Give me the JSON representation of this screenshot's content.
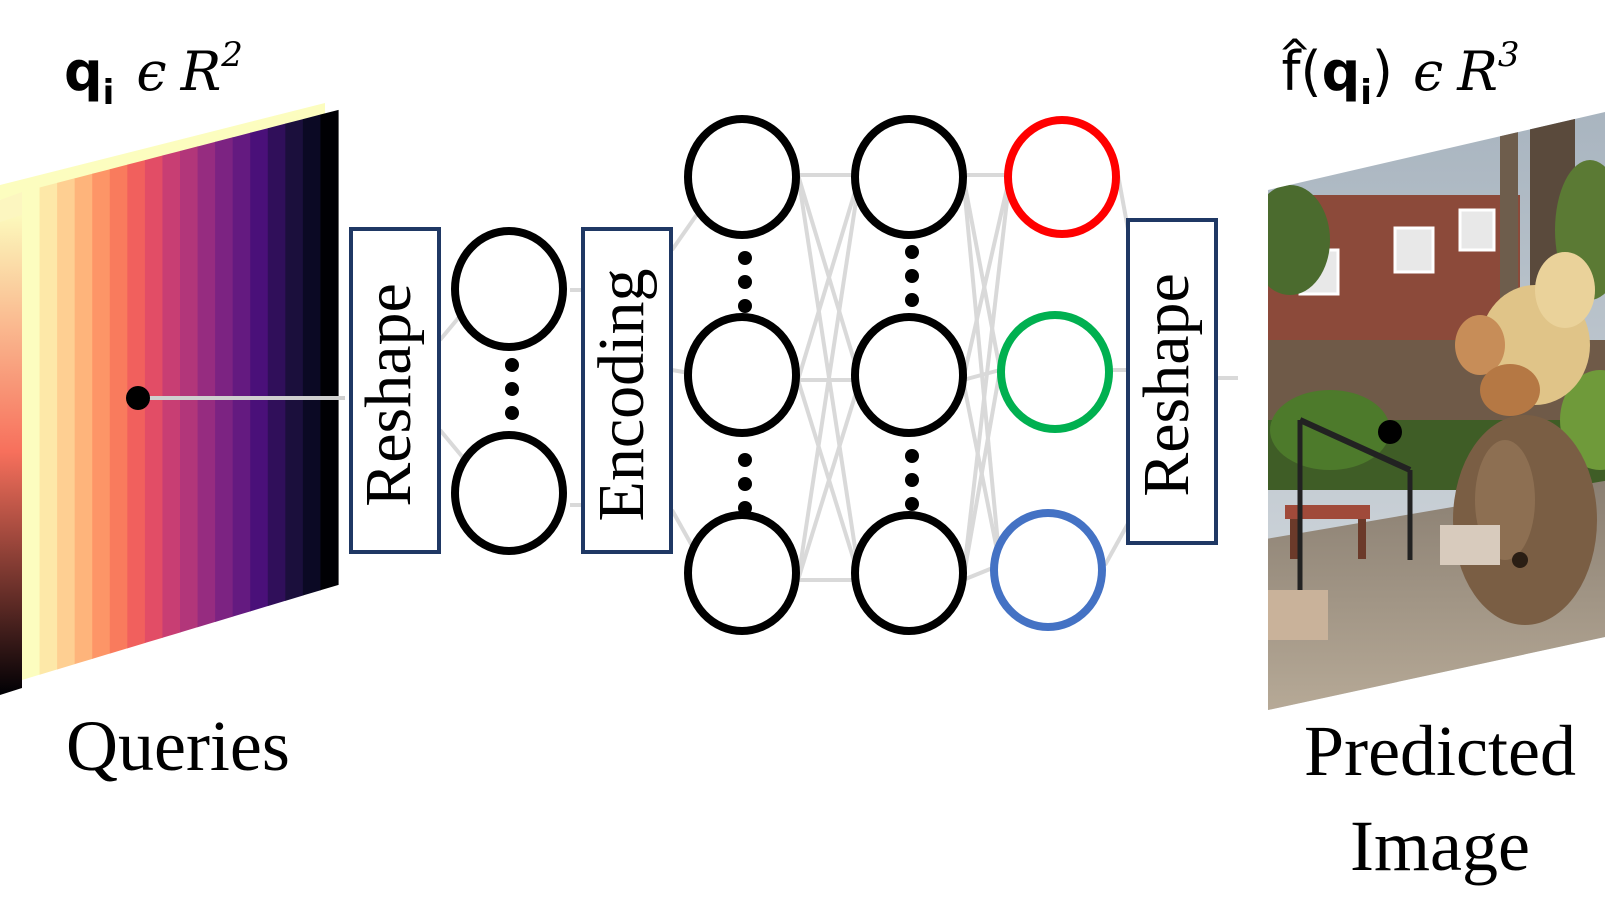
{
  "input_label": {
    "var": "q",
    "sub": "i",
    "in": "ϵ",
    "space": "R",
    "exp": "2"
  },
  "output_label": {
    "hat": "^",
    "func": "f",
    "open": "(",
    "var": "q",
    "sub": "i",
    "close": ")",
    "in": "ϵ",
    "space": "R",
    "exp": "3"
  },
  "boxes": {
    "reshape_in": "Reshape",
    "encoding": "Encoding",
    "reshape_out": "Reshape"
  },
  "captions": {
    "queries": "Queries",
    "predicted_line1": "Predicted",
    "predicted_line2": "Image"
  },
  "colors": {
    "node_stroke": "#000000",
    "output_r": "#ff0000",
    "output_g": "#00b050",
    "output_b": "#4472c4",
    "box_border": "#1f3864",
    "edge": "#d9d9d9"
  },
  "icons": {
    "input_grid": "magma-gradient-grid",
    "output_image": "garden-photo"
  }
}
